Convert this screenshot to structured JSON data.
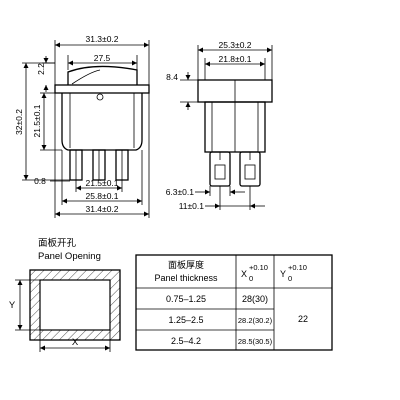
{
  "front_view": {
    "top_width": "31.3±0.2",
    "rocker_width": "27.5",
    "rocker_height": "2.2",
    "body_height": "21.5±0.1",
    "overall_height": "32±0.2",
    "flange_thickness": "0.8",
    "terminal_span": "21.5±0.1",
    "body_width": "25.8±0.1",
    "bottom_width": "31.4±0.2"
  },
  "side_view": {
    "top_width": "25.3±0.2",
    "inner_width": "21.8±0.1",
    "flange_height": "8.4",
    "terminal_width": "6.3±0.1",
    "terminal_span": "11±0.1"
  },
  "panel": {
    "title_cn": "面板开孔",
    "title_en": "Panel Opening",
    "x_label": "X",
    "y_label": "Y"
  },
  "table": {
    "header_thickness_cn": "面板厚度",
    "header_thickness_en": "Panel thickness",
    "header_x": "X",
    "header_y": "Y",
    "tol_plus": "+0.10",
    "tol_zero": "0",
    "rows": [
      {
        "thickness": "0.75–1.25",
        "x": "28(30)"
      },
      {
        "thickness": "1.25–2.5",
        "x": "28.2(30.2)"
      },
      {
        "thickness": "2.5–4.2",
        "x": "28.5(30.5)"
      }
    ],
    "y_value": "22"
  }
}
